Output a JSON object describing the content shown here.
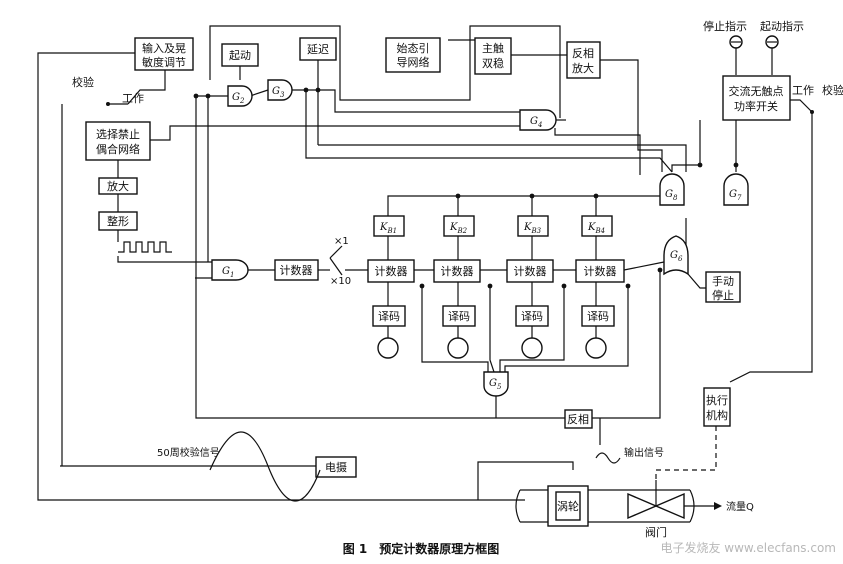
{
  "blocks": {
    "input_adjust": [
      "输入及晃",
      "敏度调节"
    ],
    "start": "起动",
    "delay": "延迟",
    "init_guide": [
      "始态引",
      "导网络"
    ],
    "main_bistable": [
      "主触",
      "双稳"
    ],
    "invert_amp": [
      "反相",
      "放大"
    ],
    "ac_switch": [
      "交流无触点",
      "功率开关"
    ],
    "select_network": [
      "选择禁止",
      "偶合网络"
    ],
    "amplifier": "放大",
    "shaper": "整形",
    "counter": "计数器",
    "decoder": "译码",
    "inverter": "反相",
    "manual_stop": [
      "手动",
      "停止"
    ],
    "actuator": [
      "执行",
      "机构"
    ],
    "motor": "电摄",
    "turbine": "涡轮",
    "valve": "阀门"
  },
  "gates": {
    "g1": "G",
    "g1_sub": "1",
    "g2": "G",
    "g2_sub": "2",
    "g3": "G",
    "g3_sub": "3",
    "g4": "G",
    "g4_sub": "4",
    "g5": "G",
    "g5_sub": "5",
    "g6": "G",
    "g6_sub": "6",
    "g7": "G",
    "g7_sub": "7",
    "g8": "G",
    "g8_sub": "8"
  },
  "k_labels": [
    {
      "main": "K",
      "sub": "B1"
    },
    {
      "main": "K",
      "sub": "B2"
    },
    {
      "main": "K",
      "sub": "B3"
    },
    {
      "main": "K",
      "sub": "B4"
    }
  ],
  "labels": {
    "calibrate_left": "校验",
    "work_left": "工作",
    "calibrate_right": "校验",
    "work_right": "工作",
    "stop_indicator": "停止指示",
    "start_indicator": "起动指示",
    "x1": "×1",
    "x10": "×10",
    "signal_50hz": "50周校验信号",
    "output_signal": "输出信号",
    "flow": "流量Q"
  },
  "caption": "图 1　预定计数器原理方框图",
  "watermark": "电子发烧友 www.elecfans.com"
}
